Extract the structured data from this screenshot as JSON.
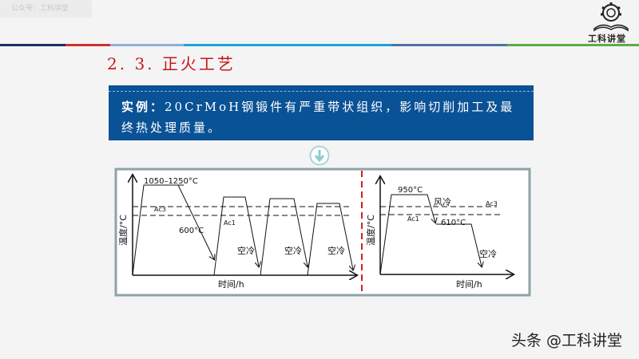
{
  "watermark": "公众号：工科讲堂",
  "logo": {
    "text": "工科讲堂",
    "icon": "gear-book-icon"
  },
  "stripe_colors": [
    "#1b2f63",
    "#d0312d",
    "#8fb0d8",
    "#1aa6d8",
    "#4f72aa",
    "#5aab47"
  ],
  "title": "2. 3.  正火工艺",
  "example": {
    "label": "实例：",
    "text": "20CrMoH钢锻件有严重带状组织，影响切削加工及最终热处理质量。"
  },
  "arrow_icon": "down-arrow-circle-icon",
  "left_chart": {
    "ylabel": "温度/°C",
    "xlabel": "时间/h",
    "peak_label": "1050–1250°C",
    "ac3": "Ac3",
    "ac1": "Ac1",
    "cool_to": "600°C",
    "cool_labels": [
      "空冷",
      "空冷",
      "空冷"
    ]
  },
  "right_chart": {
    "ylabel": "温度/°C",
    "xlabel": "时间/h",
    "peak_label": "950°C",
    "fan_cool": "风冷",
    "ac3": "Ac3",
    "ac1": "Ac1",
    "hold_label": "610°C",
    "air_cool": "空冷"
  },
  "footer": "头条 @工科讲堂"
}
